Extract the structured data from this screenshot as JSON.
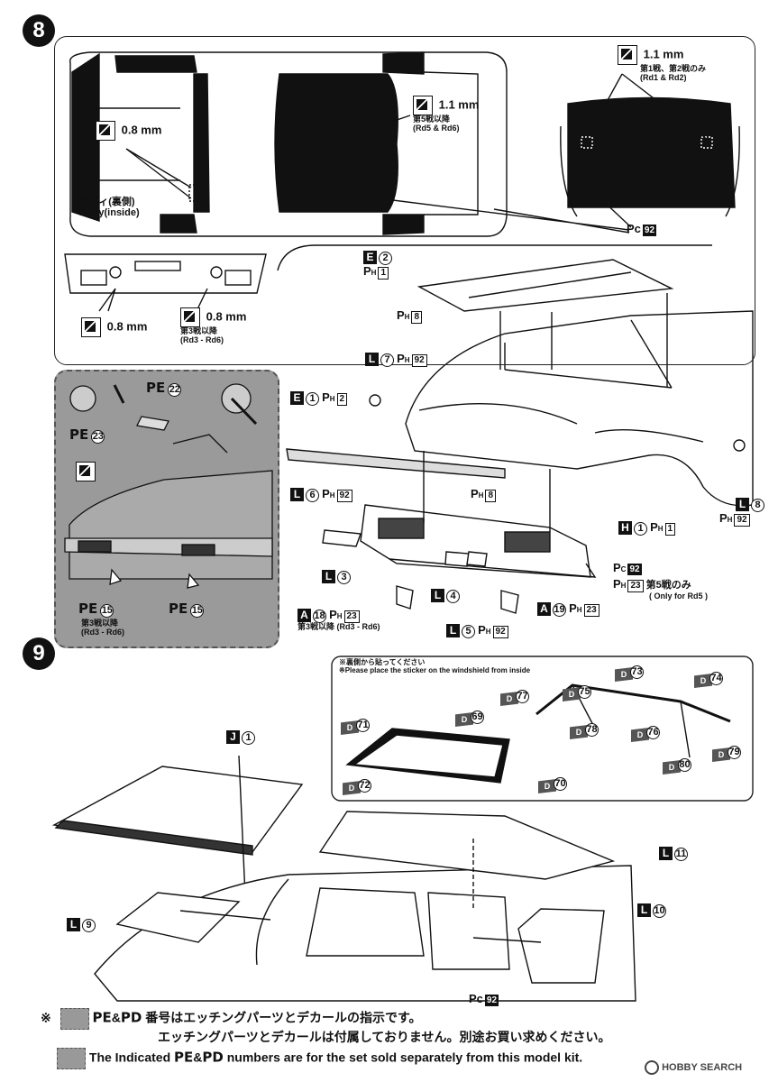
{
  "steps": {
    "step8": "8",
    "step9": "9"
  },
  "step8": {
    "body_inside_jp": "ボディ(裏側)",
    "body_inside_en": "Body(inside)",
    "drill_08_a": "0.8 mm",
    "drill_08_b": "0.8 mm",
    "drill_08_c": "0.8 mm",
    "drill_11_a": "1.1 mm",
    "drill_11_a_note_jp": "第5戦以降",
    "drill_11_a_note_en": "(Rd5 & Rd6)",
    "drill_11_b": "1.1 mm",
    "drill_11_b_note_jp": "第1戦、第2戦のみ",
    "drill_11_b_note_en": "(Rd1 & Rd2)",
    "drill_08_c_note_jp": "第3戦以降",
    "drill_08_c_note_en": "(Rd3 - Rd6)",
    "pc_label": "Pc",
    "pc_num": "92"
  },
  "pe_panel": {
    "pe22": "22",
    "pe23": "23",
    "pe15a": "15",
    "pe15b": "15",
    "pe": "PE",
    "note_jp": "第3戦以降",
    "note_en": "(Rd3 - Rd6)"
  },
  "parts8": {
    "e2_letter": "E",
    "e2_num": "2",
    "e2_ph": "1",
    "ph8_top": "8",
    "l7_letter": "L",
    "l7_num": "7",
    "l7_ph": "92",
    "e1_letter": "E",
    "e1_num": "1",
    "e1_ph": "2",
    "l6_letter": "L",
    "l6_num": "6",
    "l6_ph": "92",
    "ph8_mid": "8",
    "h1_letter": "H",
    "h1_num": "1",
    "h1_ph": "1",
    "l8_letter": "L",
    "l8_num": "8",
    "l8_ph": "92",
    "l3_letter": "L",
    "l3_num": "3",
    "pc92": "92",
    "ph23": "23",
    "ph23_note_jp": "第5戦のみ",
    "ph23_note_en": "( Only for Rd5 )",
    "l4_letter": "L",
    "l4_num": "4",
    "a18_letter": "A",
    "a18_num": "18",
    "a18_ph": "23",
    "a18_note": "第3戦以降 (Rd3 - Rd6)",
    "l5_letter": "L",
    "l5_num": "5",
    "l5_ph": "92",
    "a19_letter": "A",
    "a19_num": "19",
    "a19_ph": "23"
  },
  "step9": {
    "sticker_note_jp": "※裏側から貼ってください",
    "sticker_note_en": "※Please place the sticker on the windshield from inside",
    "d71": "71",
    "d69": "69",
    "d72": "72",
    "d70": "70",
    "d75": "75",
    "d73": "73",
    "d74": "74",
    "d77": "77",
    "d78": "78",
    "d76": "76",
    "d80": "80",
    "d79": "79",
    "d": "D",
    "j1_letter": "J",
    "j1_num": "1",
    "l11_letter": "L",
    "l11_num": "11",
    "l9_letter": "L",
    "l9_num": "9",
    "l10_letter": "L",
    "l10_num": "10",
    "pc": "Pc",
    "pc92": "92"
  },
  "footer": {
    "mark": "※",
    "line1_jp": "番号はエッチングパーツとデカールの指示です。",
    "line2_jp": "エッチングパーツとデカールは付属しておりません。別途お買い求めください。",
    "line3_pre": "The Indicated",
    "line3_post": "numbers are for the set sold separately from this model kit.",
    "pe": "PE",
    "amp": "&",
    "pd": "PD",
    "watermark": "HOBBY SEARCH"
  }
}
